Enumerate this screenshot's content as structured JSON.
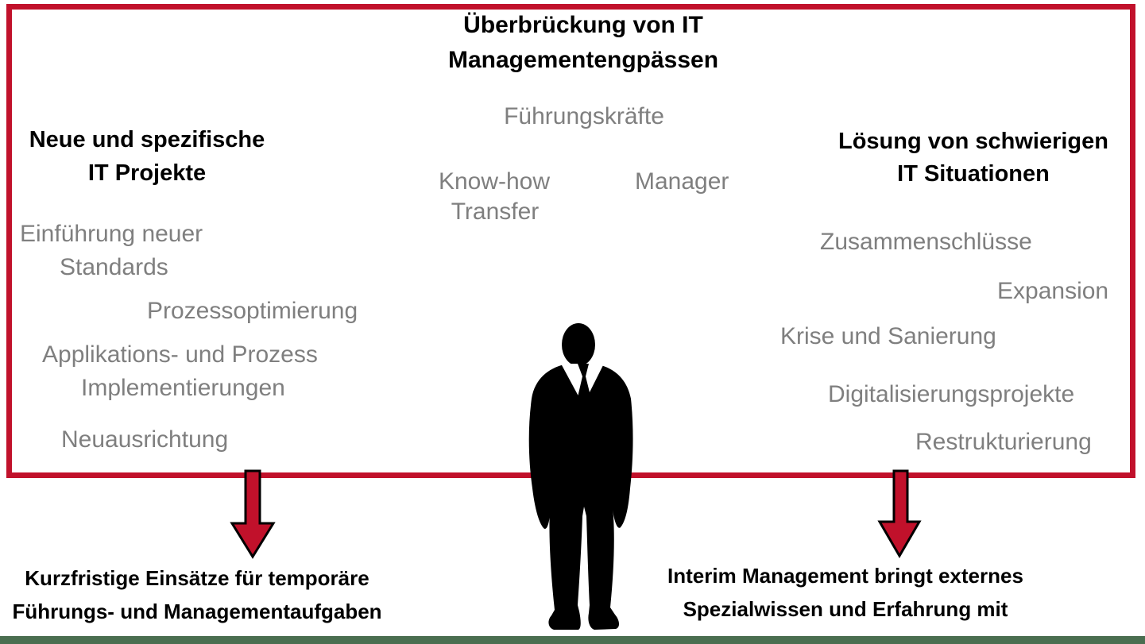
{
  "diagram": {
    "title": {
      "line1": "Überbrückung von IT",
      "line2": "Managementengpässen"
    },
    "left_section": {
      "heading": {
        "line1": "Neue und spezifische",
        "line2": "IT Projekte"
      },
      "items": [
        "Einführung neuer",
        "Standards",
        "Prozessoptimierung",
        "Applikations- und Prozess",
        "Implementierungen",
        "Neuausrichtung"
      ]
    },
    "center_section": {
      "items": [
        "Führungskräfte",
        "Know-how",
        "Transfer",
        "Manager"
      ]
    },
    "right_section": {
      "heading": {
        "line1": "Lösung von schwierigen",
        "line2": "IT Situationen"
      },
      "items": [
        "Zusammenschlüsse",
        "Expansion",
        "Krise und Sanierung",
        "Digitalisierungsprojekte",
        "Restrukturierung"
      ]
    },
    "captions": {
      "left": {
        "line1": "Kurzfristige Einsätze für temporäre",
        "line2": "Führungs- und Managementaufgaben"
      },
      "right": {
        "line1": "Interim Management bringt externes",
        "line2": "Spezialwissen und Erfahrung mit"
      }
    },
    "colors": {
      "accent_red": "#c1112b",
      "text_gray": "#7f7f7f",
      "text_black": "#000000",
      "bottom_bar_green": "#4a6e50"
    }
  }
}
